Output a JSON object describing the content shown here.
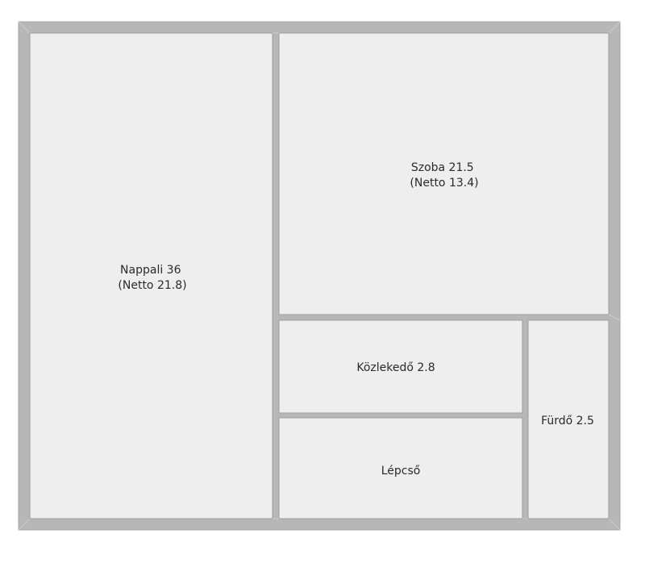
{
  "colors": {
    "background": "#ffffff",
    "wall": "#b7b7b7",
    "wall_edge": "#a6a6a6",
    "wall_shadow": "#9e9e9e",
    "wall_highlight": "#cbcbcb",
    "floor": "#eeeeee",
    "text": "#2a2a2a"
  },
  "rooms": {
    "nappali": {
      "line1": "Nappali 36",
      "line2": "(Netto 21.8)"
    },
    "szoba": {
      "line1": "Szoba 21.5",
      "line2": "(Netto 13.4)"
    },
    "kozlekedo": {
      "line1": "Közlekedő 2.8"
    },
    "lepcso": {
      "line1": "Lépcső"
    },
    "furdo": {
      "line1": "Fürdő 2.5"
    }
  }
}
